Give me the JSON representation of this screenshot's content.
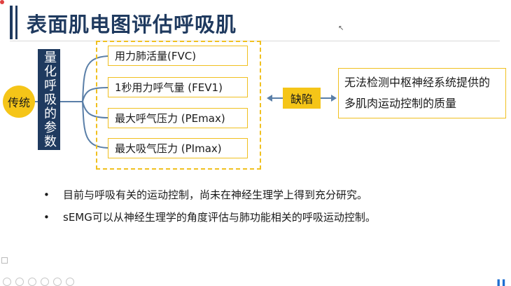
{
  "slide": {
    "title": "表面肌电图评估呼吸肌",
    "traditional_tag": "传统",
    "vertical_label": "量化呼吸的参数",
    "params": [
      {
        "label": "用力肺活量(FVC)"
      },
      {
        "label": "1秒用力呼气量 (FEV1)"
      },
      {
        "label": "最大呼气压力 (PEmax)"
      },
      {
        "label": "最大吸气压力 (PImax)"
      }
    ],
    "defect_label": "缺陷",
    "defect_text": "无法检测中枢神经系统提供的多肌肉运动控制的质量",
    "bullets": [
      {
        "bullet": "•",
        "text": "目前与呼吸有关的运动控制，尚未在神经生理学上得到充分研究。"
      },
      {
        "bullet": "•",
        "text": "sEMG可以从神经生理学的角度评估与肺功能相关的呼吸运动控制。"
      }
    ]
  },
  "colors": {
    "title": "#1f3a5f",
    "accent_yellow": "#f5c518",
    "box_border": "#f0c020",
    "connector": "#5a7fa8"
  },
  "icons": {
    "cursor": "cursor-icon",
    "pause": "pause-icon",
    "record": "record-indicator-icon"
  }
}
